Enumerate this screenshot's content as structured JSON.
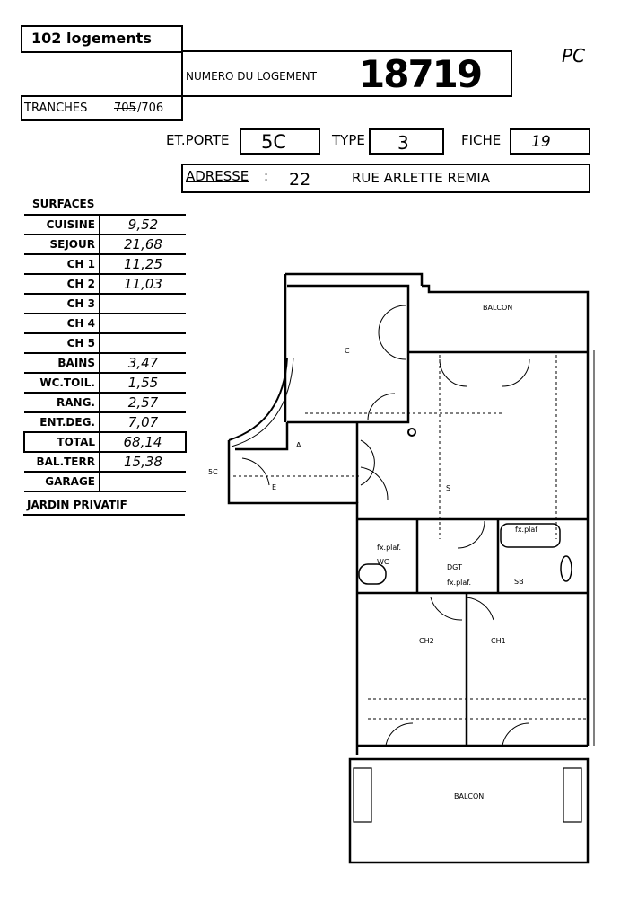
{
  "header": {
    "program": "102 logements",
    "numero_label": "NUMERO DU LOGEMENT",
    "numero_value": "18719",
    "tranches_label": "TRANCHES",
    "tranches_struck": "705",
    "tranches_value": "/706",
    "initials": "PC"
  },
  "fields": {
    "etporte_label": "ET.PORTE",
    "etporte_value": "5C",
    "type_label": "TYPE",
    "type_value": "3",
    "fiche_label": "FICHE",
    "fiche_value": "19",
    "adresse_label": "ADRESSE",
    "adresse_colon": ":",
    "adresse_number": "22",
    "adresse_street": "RUE ARLETTE REMIA"
  },
  "surfaces": {
    "title": "SURFACES",
    "rows": [
      {
        "label": "CUISINE",
        "value": "9,52"
      },
      {
        "label": "SEJOUR",
        "value": "21,68"
      },
      {
        "label": "CH 1",
        "value": "11,25"
      },
      {
        "label": "CH 2",
        "value": "11,03"
      },
      {
        "label": "CH 3",
        "value": ""
      },
      {
        "label": "CH 4",
        "value": ""
      },
      {
        "label": "CH 5",
        "value": ""
      },
      {
        "label": "BAINS",
        "value": "3,47"
      },
      {
        "label": "WC.TOIL.",
        "value": "1,55"
      },
      {
        "label": "RANG.",
        "value": "2,57"
      },
      {
        "label": "ENT.DEG.",
        "value": "7,07"
      },
      {
        "label": "TOTAL",
        "value": "68,14"
      },
      {
        "label": "BAL.TERR",
        "value": "15,38"
      },
      {
        "label": "GARAGE",
        "value": ""
      }
    ],
    "jardin_label": "JARDIN PRIVATIF"
  },
  "plan": {
    "balcon_top": "BALCON",
    "cuisine": "C",
    "sejour": "S",
    "entree": "E",
    "placard": "A",
    "porte": "5C",
    "wc": "WC",
    "degagement": "DGT",
    "faux_plafond_1": "fx.plaf.",
    "faux_plafond_2": "fx.plaf.",
    "bath": "fx.plaf",
    "salle_bain": "SB",
    "chambre_2": "CH2",
    "chambre_1": "CH1",
    "balcon_bottom": "BALCON"
  }
}
